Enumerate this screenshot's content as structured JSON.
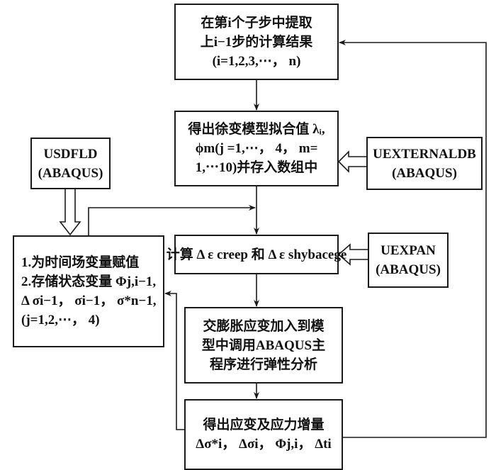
{
  "nodes": {
    "extract": {
      "lines": [
        "在第i个子步中提取",
        "上i−1步的计算结果",
        "(i=1,2,3,⋯， n)"
      ]
    },
    "fit": {
      "lines": [
        "得出徐变模型拟合值 λᵢ,",
        "ϕm(j =1,⋯， 4， m=",
        "1,⋯10)并存入数组中"
      ]
    },
    "usdfld": {
      "lines": [
        "USDFLD",
        "(ABAQUS)"
      ]
    },
    "uexternaldb": {
      "lines": [
        "UEXTERNALDB",
        "(ABAQUS)"
      ]
    },
    "uexpan": {
      "lines": [
        "UEXPAN",
        "(ABAQUS)"
      ]
    },
    "state": {
      "lines": [
        "1.为时间场变量赋值",
        "2.存储状态变量 Φj,i−1,",
        "Δ σi−1， σi−1， σ*n−1,",
        "(j=1,2,⋯， 4)"
      ]
    },
    "calc": {
      "lines": [
        "计算 Δ ε creep 和 Δ ε shybacege"
      ]
    },
    "apply": {
      "lines": [
        "交膨胀应变加入到模",
        "型中调用ABAQUS主",
        "程序进行弹性分析"
      ]
    },
    "result": {
      "lines": [
        "得出应变及应力增量",
        "Δσ*i， Δσi， Φj,i， Δti"
      ]
    }
  },
  "edges": [
    {
      "from": "extract",
      "to": "fit",
      "type": "arrow"
    },
    {
      "from": "fit",
      "to": "calc",
      "type": "arrow"
    },
    {
      "from": "state",
      "to": "calc",
      "type": "arrow"
    },
    {
      "from": "calc",
      "to": "apply",
      "type": "arrow"
    },
    {
      "from": "apply",
      "to": "result",
      "type": "arrow"
    },
    {
      "from": "result",
      "to": "state",
      "type": "arrow"
    },
    {
      "from": "result",
      "to": "extract",
      "type": "loop-arrow"
    },
    {
      "from": "usdfld",
      "to": "state",
      "type": "hollow-arrow"
    },
    {
      "from": "uexternaldb",
      "to": "fit",
      "type": "hollow-arrow"
    },
    {
      "from": "uexpan",
      "to": "calc",
      "type": "hollow-arrow"
    }
  ]
}
